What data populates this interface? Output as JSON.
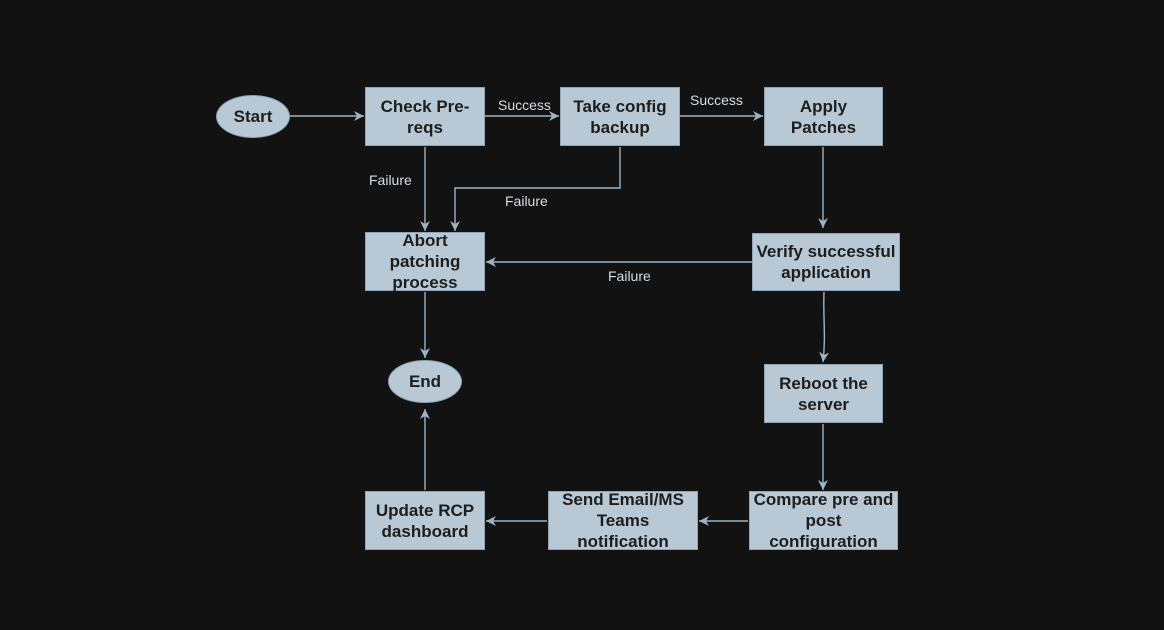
{
  "nodes": {
    "start": "Start",
    "check_prereqs": "Check Pre-reqs",
    "take_config_backup": "Take config backup",
    "apply_patches": "Apply Patches",
    "abort_patching": "Abort patching process",
    "verify_application": "Verify successful application",
    "end": "End",
    "reboot_server": "Reboot the server",
    "compare_config": "Compare pre and post configuration",
    "send_notification": "Send Email/MS Teams notification",
    "update_dashboard": "Update RCP dashboard"
  },
  "edge_labels": {
    "prereqs_success": "Success",
    "backup_success": "Success",
    "prereqs_failure": "Failure",
    "backup_failure": "Failure",
    "verify_failure": "Failure"
  },
  "colors": {
    "background": "#121212",
    "node_fill": "#b8c9d5",
    "edge": "#9db4c4",
    "label_text": "#d7dde2"
  }
}
